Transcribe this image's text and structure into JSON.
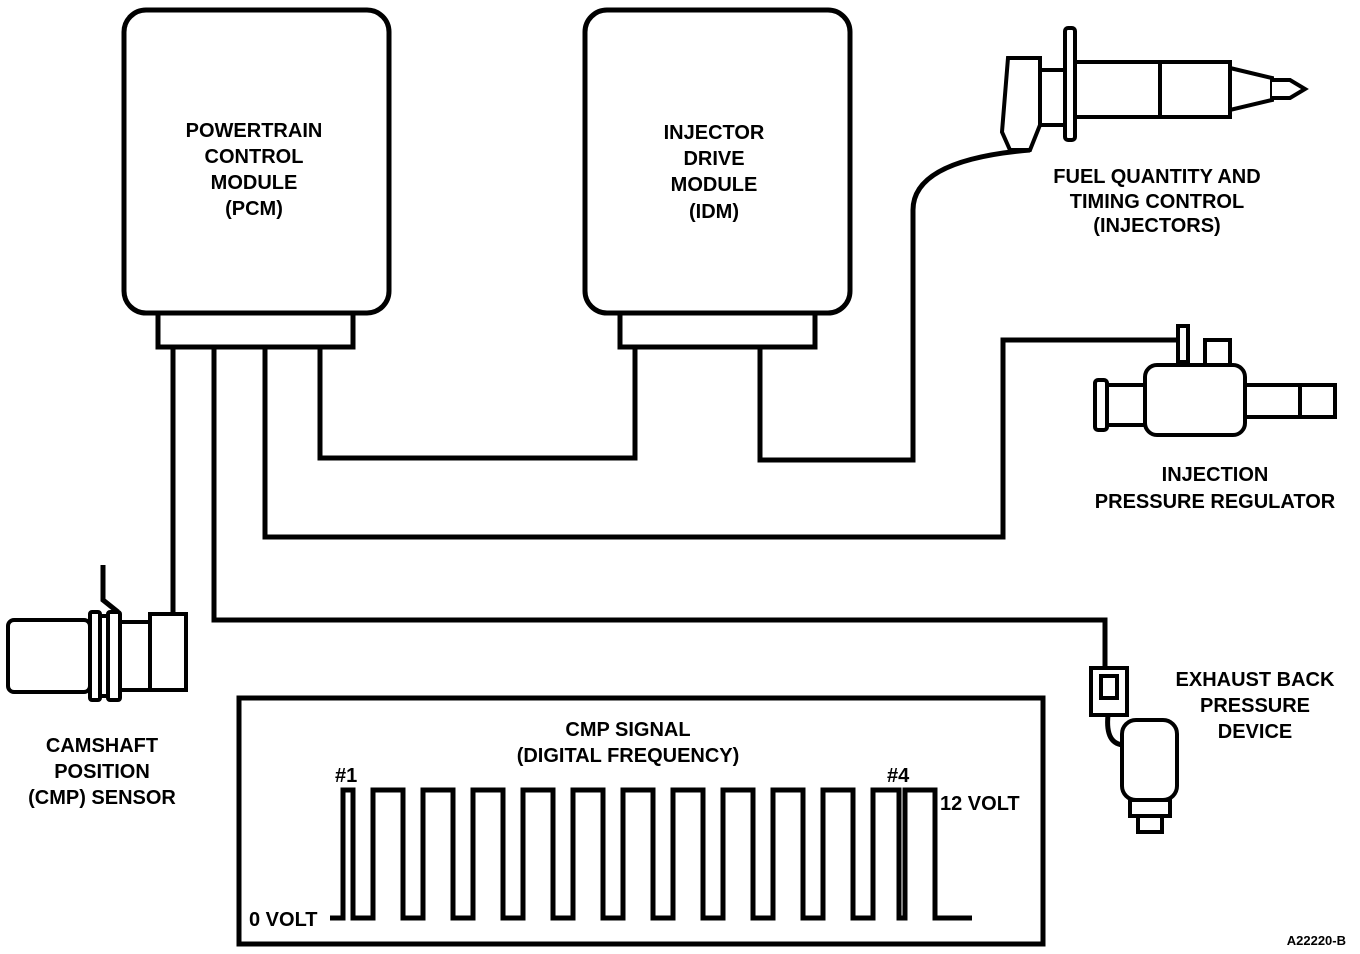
{
  "labels": {
    "pcm": [
      "POWERTRAIN",
      "CONTROL",
      "MODULE",
      "(PCM)"
    ],
    "idm": [
      "INJECTOR",
      "DRIVE",
      "MODULE",
      "(IDM)"
    ],
    "injectors": [
      "FUEL QUANTITY AND",
      "TIMING CONTROL",
      "(INJECTORS)"
    ],
    "ipr": [
      "INJECTION",
      "PRESSURE REGULATOR"
    ],
    "ebp": [
      "EXHAUST BACK",
      "PRESSURE",
      "DEVICE"
    ],
    "cmp_sensor": [
      "CAMSHAFT",
      "POSITION",
      "(CMP) SENSOR"
    ]
  },
  "signal": {
    "title": [
      "CMP SIGNAL",
      "(DIGITAL FREQUENCY)"
    ],
    "marker_first": "#1",
    "marker_last": "#4",
    "high_label": "12 VOLT",
    "low_label": "0 VOLT"
  },
  "figure_id": "A22220-B"
}
